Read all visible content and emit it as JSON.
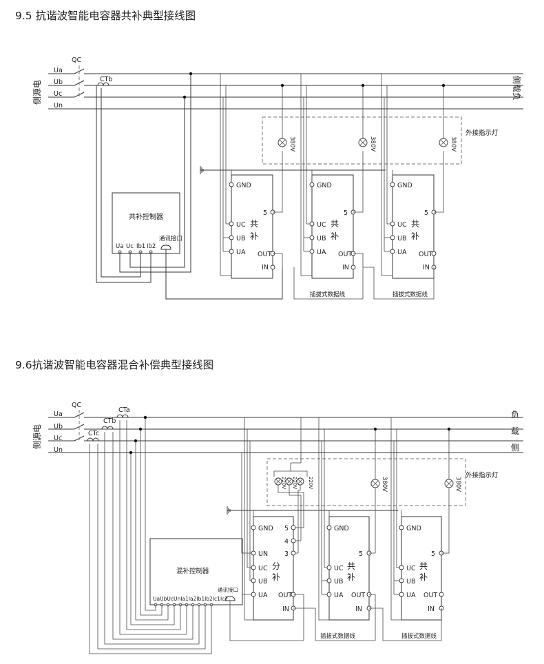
{
  "section1": {
    "title": "9.5 抗谐波智能电容器共补典型接线图",
    "breaker": "QC",
    "ct": "CTb",
    "phases": [
      "Ua",
      "Ub",
      "Uc",
      "Un"
    ],
    "source_side": "侧源电",
    "load_side": "侧载负",
    "indicator_label": "外接指示灯",
    "lamp_voltage": "380V",
    "controller": {
      "name": "共补控制器",
      "terminals": [
        "Ua",
        "Uc",
        "Ib1",
        "Ib2"
      ],
      "comm_port": "通讯接口"
    },
    "unit": {
      "type_a": "共",
      "type_b": "补",
      "terminals_left": [
        "GND",
        "UC",
        "UB",
        "UA"
      ],
      "terminal_5": "5",
      "out": "OUT",
      "in": "IN"
    },
    "cable_label": "插拔式数据线"
  },
  "section2": {
    "title": "9.6抗谐波智能电容器混合补偿典型接线图",
    "breaker": "QC",
    "ct_a": "CTa",
    "ct_b": "CTb",
    "ct_c": "CTc",
    "phases": [
      "Ua",
      "Ub",
      "Uc",
      "Un"
    ],
    "source_side": "侧源电",
    "load_side": "负载侧",
    "indicator_label": "外接指示灯",
    "lamp_voltage_220": "220V",
    "lamp_voltage_380": "380V",
    "controller": {
      "name": "混补控制器",
      "terminals": "UaUbUcUnIa1Ia2Ib1Ib2Ic1Ic2",
      "comm_port": "通讯接口"
    },
    "split_unit": {
      "type_a": "分",
      "type_b": "补",
      "terminals_left": [
        "GND",
        "UN",
        "UC",
        "UB",
        "UA"
      ],
      "terminals_right": [
        "5",
        "4",
        "3"
      ],
      "out": "OUT",
      "in": "IN"
    },
    "unit": {
      "type_a": "共",
      "type_b": "补",
      "terminals_left": [
        "GND",
        "UC",
        "UB",
        "UA"
      ],
      "terminal_5": "5",
      "out": "OUT",
      "in": "IN"
    },
    "cable_label": "插拔式数据线"
  }
}
